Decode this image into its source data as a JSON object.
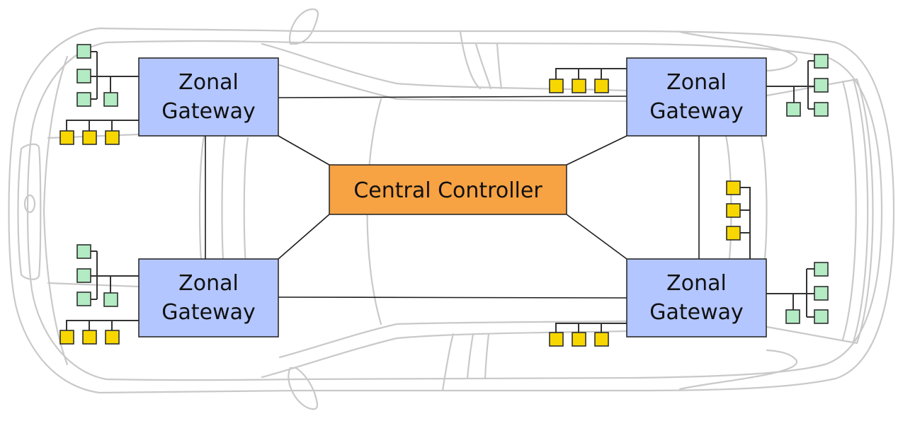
{
  "title": "Zonal vehicle E/E architecture",
  "colors": {
    "gateway_fill": "#b3c6ff",
    "central_fill": "#f7a243",
    "sensor_node_fill": "#b3ebc3",
    "actuator_node_fill": "#f8d700",
    "car_outline": "#c9c9c9",
    "link": "#1e1e1e"
  },
  "central": {
    "label": "Central Controller"
  },
  "gateways": [
    {
      "id": "front-left",
      "line1": "Zonal",
      "line2": "Gateway",
      "green_nodes": 4,
      "yellow_nodes": 3
    },
    {
      "id": "rear-left",
      "line1": "Zonal",
      "line2": "Gateway",
      "green_nodes": 4,
      "yellow_nodes": 3
    },
    {
      "id": "front-right",
      "line1": "Zonal",
      "line2": "Gateway",
      "green_nodes": 4,
      "yellow_nodes": 3
    },
    {
      "id": "rear-right",
      "line1": "Zonal",
      "line2": "Gateway",
      "green_nodes": 4,
      "yellow_nodes": 6
    }
  ],
  "connections": [
    [
      "front-left",
      "central"
    ],
    [
      "rear-left",
      "central"
    ],
    [
      "front-right",
      "central"
    ],
    [
      "rear-right",
      "central"
    ],
    [
      "front-left",
      "rear-left"
    ],
    [
      "rear-left",
      "rear-right"
    ],
    [
      "front-right",
      "rear-right"
    ],
    [
      "front-left",
      "front-right"
    ]
  ]
}
